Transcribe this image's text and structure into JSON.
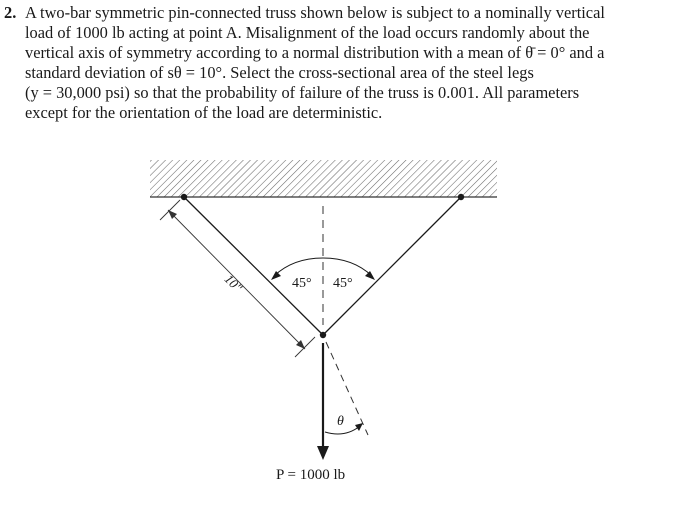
{
  "problem": {
    "number": "2.",
    "lines": [
      "A two-bar symmetric pin-connected truss shown below is subject to a nominally vertical",
      "load of 1000 lb acting at point A. Misalignment of the load occurs randomly about the",
      "vertical axis of symmetry according to a normal distribution with a mean of θ̄ = 0° and a",
      "standard deviation of sθ = 10°. Select the cross-sectional area of the steel legs",
      "(y = 30,000 psi) so that the probability of failure of the truss is 0.001. All parameters",
      "except for the orientation of the load are deterministic."
    ]
  },
  "figure": {
    "length_label": "10\"",
    "angle_left": "45°",
    "angle_right": "45°",
    "theta_label": "θ",
    "load_label": "P = 1000 lb"
  }
}
